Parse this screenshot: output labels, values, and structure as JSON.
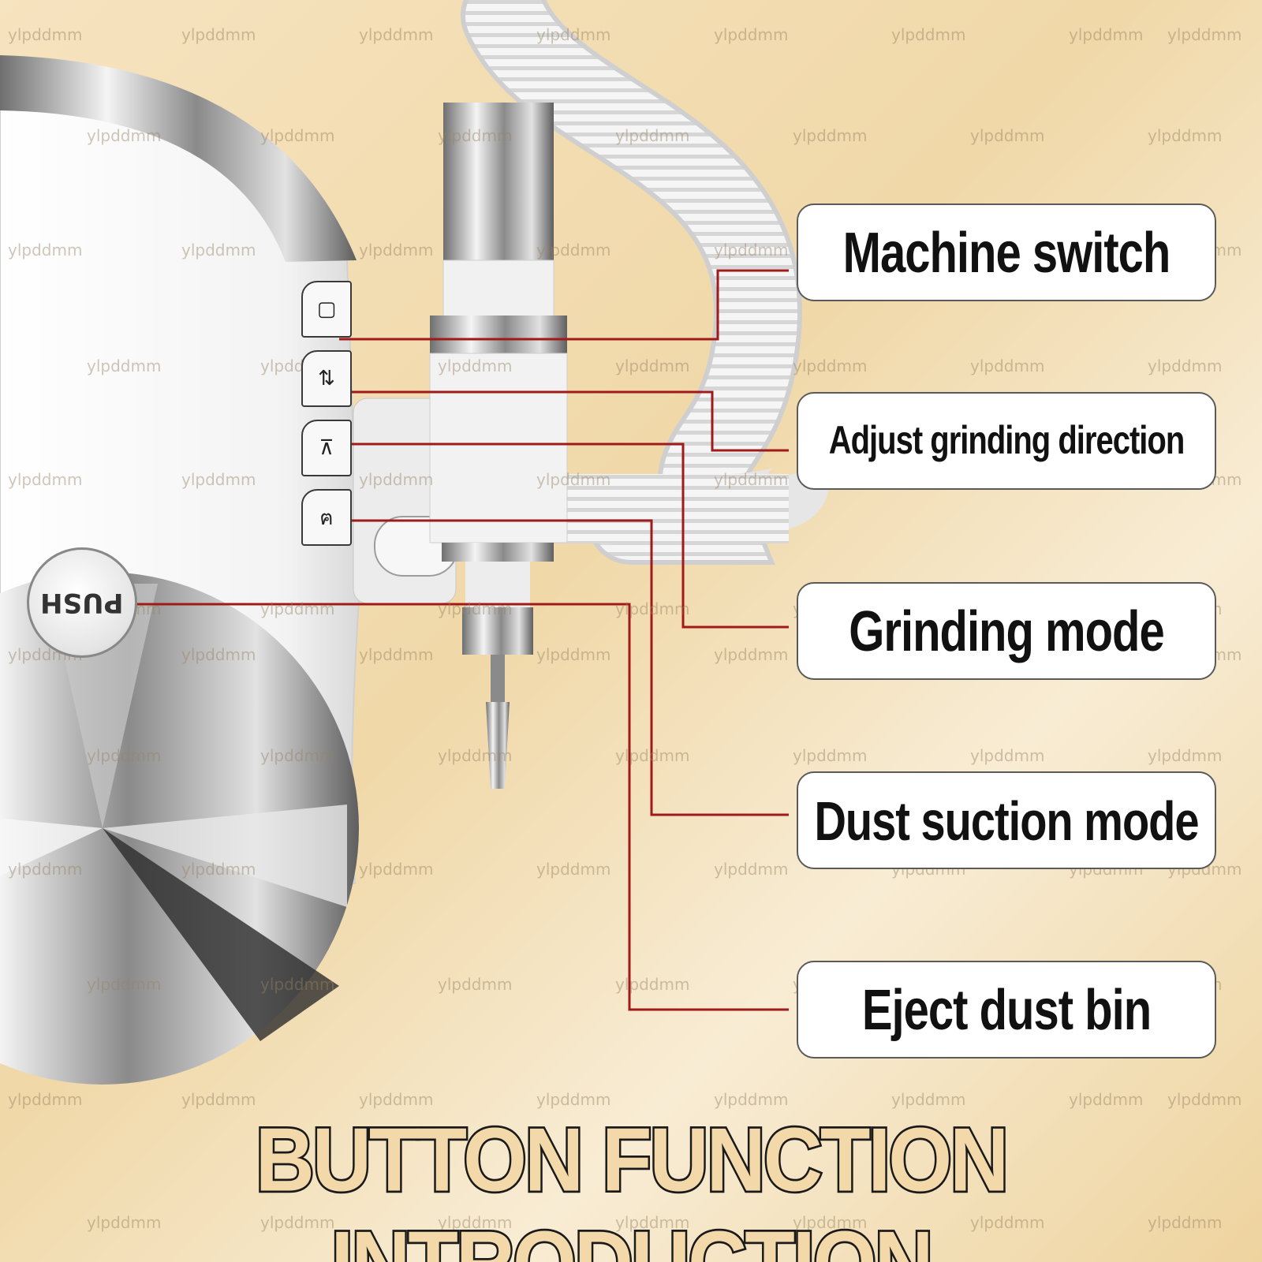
{
  "title": "BUTTON FUNCTION INTRODUCTION",
  "watermark": "ylpddmm",
  "push_button_label": "PUSH",
  "labels": {
    "machine_switch": "Machine switch",
    "adjust_direction": "Adjust grinding direction",
    "grinding_mode": "Grinding mode",
    "dust_suction_mode": "Dust suction mode",
    "eject_dust_bin": "Eject dust bin"
  },
  "buttons": [
    {
      "icon": "square-power-icon",
      "glyph": "▢"
    },
    {
      "icon": "rotate-arrows-icon",
      "glyph": "⇅"
    },
    {
      "icon": "grinding-mode-icon",
      "glyph": "⊼"
    },
    {
      "icon": "suction-icon",
      "glyph": "ฅ"
    }
  ],
  "colors": {
    "leader_line": "#a11a1a",
    "background": "#f0d8a8",
    "title_fill": "#f3d9a9"
  }
}
